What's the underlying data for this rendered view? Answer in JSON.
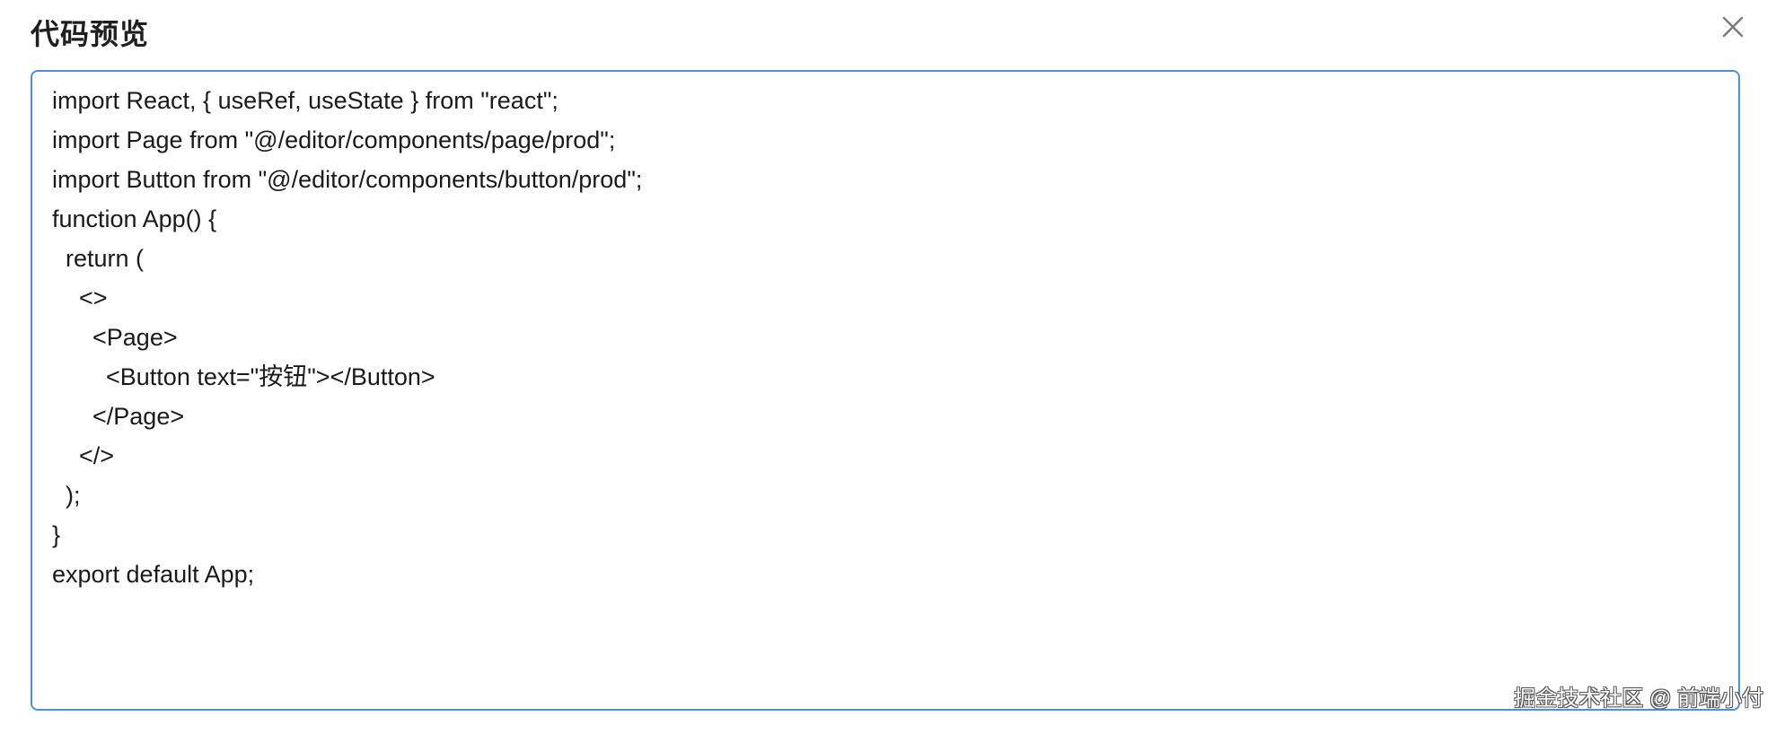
{
  "dialog": {
    "title": "代码预览",
    "close_icon": "close-icon"
  },
  "code": {
    "lines": [
      "import React, { useRef, useState } from \"react\";",
      "import Page from \"@/editor/components/page/prod\";",
      "import Button from \"@/editor/components/button/prod\";",
      "function App() {",
      "  return (",
      "    <>",
      "      <Page>",
      "        <Button text=\"按钮\"></Button>",
      "      </Page>",
      "    </>",
      "  );",
      "}",
      "export default App;"
    ]
  },
  "watermark": {
    "text": "掘金技术社区 @ 前端小付"
  },
  "colors": {
    "border_accent": "#4a90e2",
    "title_text": "#1f1f1f",
    "code_text": "#1a1a1a"
  }
}
